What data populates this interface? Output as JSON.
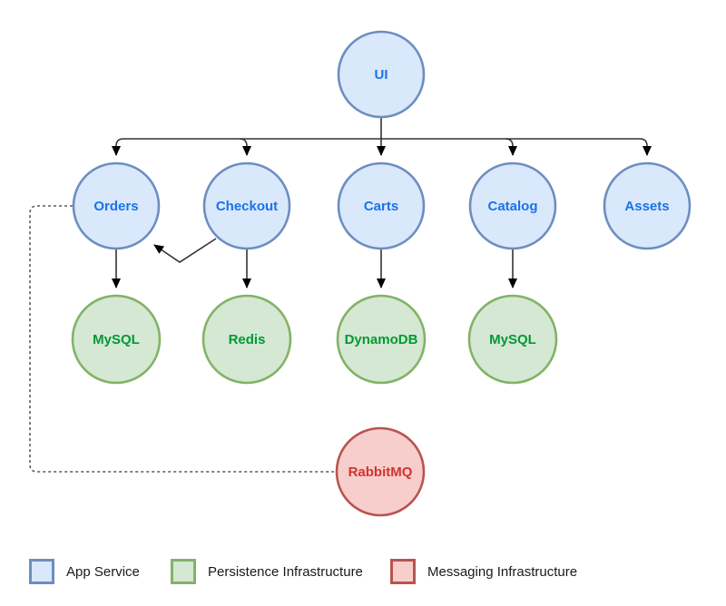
{
  "diagram": {
    "nodes": {
      "ui": {
        "label": "UI",
        "type": "app"
      },
      "orders": {
        "label": "Orders",
        "type": "app"
      },
      "checkout": {
        "label": "Checkout",
        "type": "app"
      },
      "carts": {
        "label": "Carts",
        "type": "app"
      },
      "catalog": {
        "label": "Catalog",
        "type": "app"
      },
      "assets": {
        "label": "Assets",
        "type": "app"
      },
      "orders_db": {
        "label": "MySQL",
        "type": "persistence"
      },
      "checkout_db": {
        "label": "Redis",
        "type": "persistence"
      },
      "carts_db": {
        "label": "DynamoDB",
        "type": "persistence"
      },
      "catalog_db": {
        "label": "MySQL",
        "type": "persistence"
      },
      "rabbitmq": {
        "label": "RabbitMQ",
        "type": "messaging"
      }
    },
    "edges": [
      {
        "from": "ui",
        "to": "orders",
        "style": "solid-arrow"
      },
      {
        "from": "ui",
        "to": "checkout",
        "style": "solid-arrow"
      },
      {
        "from": "ui",
        "to": "carts",
        "style": "solid-arrow"
      },
      {
        "from": "ui",
        "to": "catalog",
        "style": "solid-arrow"
      },
      {
        "from": "ui",
        "to": "assets",
        "style": "solid-arrow"
      },
      {
        "from": "checkout",
        "to": "orders",
        "style": "solid-arrow"
      },
      {
        "from": "orders",
        "to": "orders_db",
        "style": "solid-arrow"
      },
      {
        "from": "checkout",
        "to": "checkout_db",
        "style": "solid-arrow"
      },
      {
        "from": "carts",
        "to": "carts_db",
        "style": "solid-arrow"
      },
      {
        "from": "catalog",
        "to": "catalog_db",
        "style": "solid-arrow"
      },
      {
        "from": "orders",
        "to": "rabbitmq",
        "style": "dashed"
      }
    ],
    "colors": {
      "app": {
        "fill": "#dae8fc",
        "stroke": "#6c8ebf",
        "text": "#1a73e8"
      },
      "persistence": {
        "fill": "#d5e8d4",
        "stroke": "#82b366",
        "text": "#009933"
      },
      "messaging": {
        "fill": "#f8cecc",
        "stroke": "#b85450",
        "text": "#d0342c"
      },
      "edge": "#333333"
    }
  },
  "legend": {
    "items": [
      {
        "label": "App Service",
        "type": "app"
      },
      {
        "label": "Persistence Infrastructure",
        "type": "persistence"
      },
      {
        "label": "Messaging Infrastructure",
        "type": "messaging"
      }
    ]
  }
}
